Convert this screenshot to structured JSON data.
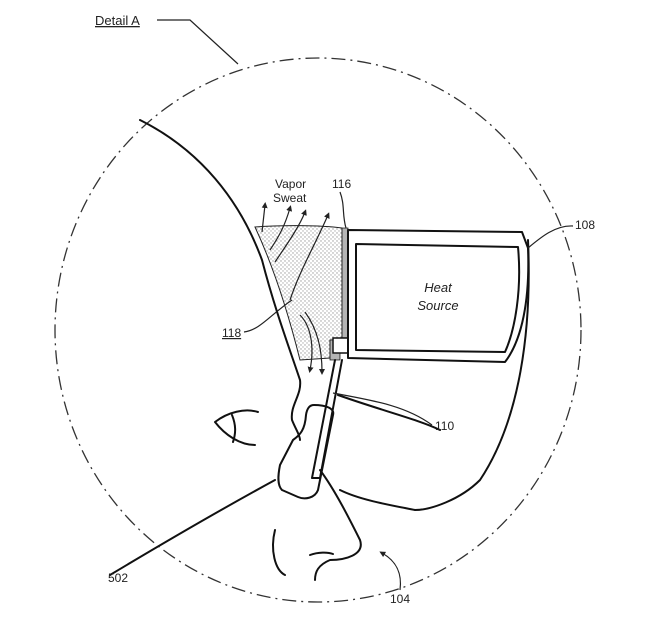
{
  "title": "Detail A",
  "labels": {
    "vapor": "Vapor",
    "sweat": "Sweat",
    "heat_line1": "Heat",
    "heat_line2": "Source",
    "ref_116": "116",
    "ref_108": "108",
    "ref_118": "118",
    "ref_110": "110",
    "ref_502": "502",
    "ref_104": "104"
  },
  "colors": {
    "line": "#111111",
    "stipple": "#bbbbbb"
  }
}
